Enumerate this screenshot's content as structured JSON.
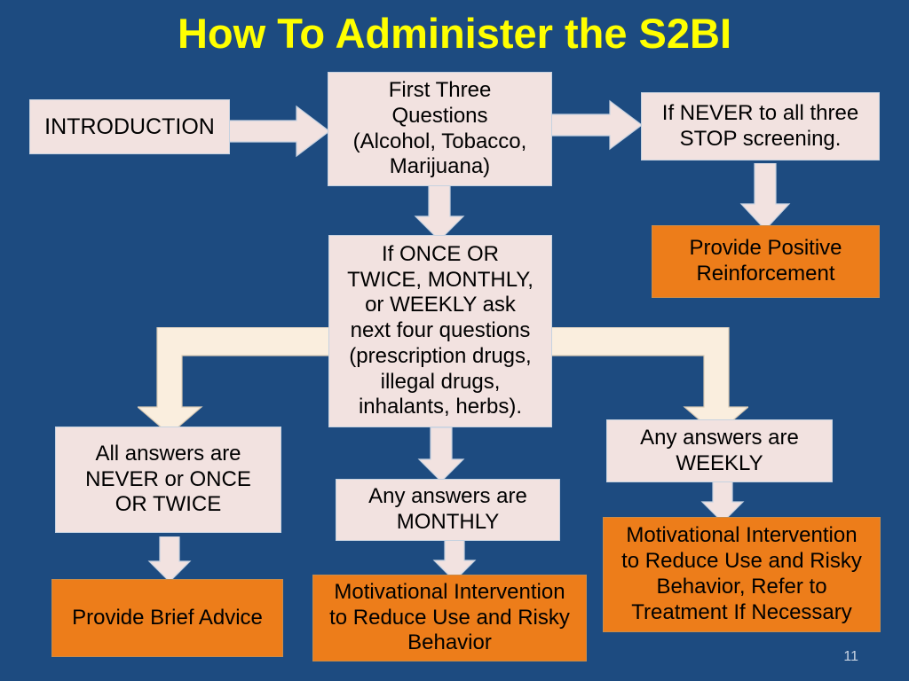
{
  "slide": {
    "title": "How To Administer the S2BI",
    "page_number": "11",
    "background_color": "#1d4b80",
    "title_color": "#ffff00"
  },
  "palette": {
    "box_pink": "#f2e2e0",
    "box_orange": "#ed7d1a",
    "arrow_pink": "#f2e2e0",
    "arrow_cream": "#faeede",
    "text": "#000000"
  },
  "chart_data": {
    "type": "diagram",
    "title": "How To Administer the S2BI",
    "nodes": [
      {
        "id": "introduction",
        "label": "INTRODUCTION",
        "style": "pink"
      },
      {
        "id": "first-three-questions",
        "label": "First Three Questions (Alcohol, Tobacco, Marijuana)",
        "style": "pink"
      },
      {
        "id": "never-all-three",
        "label": "If NEVER to all three STOP screening.",
        "style": "pink"
      },
      {
        "id": "positive-reinforcement",
        "label": "Provide Positive Reinforcement",
        "style": "orange"
      },
      {
        "id": "next-four-questions",
        "label": "If ONCE OR TWICE, MONTHLY, or WEEKLY ask next four questions (prescription drugs, illegal drugs, inhalants, herbs).",
        "style": "pink"
      },
      {
        "id": "all-never-or-once-twice",
        "label": "All answers are NEVER or ONCE OR TWICE",
        "style": "pink"
      },
      {
        "id": "brief-advice",
        "label": "Provide Brief Advice",
        "style": "orange"
      },
      {
        "id": "any-monthly",
        "label": "Any answers are MONTHLY",
        "style": "pink"
      },
      {
        "id": "mi-reduce-use",
        "label": "Motivational Intervention to Reduce Use and Risky Behavior",
        "style": "orange"
      },
      {
        "id": "any-weekly",
        "label": "Any answers are WEEKLY",
        "style": "pink"
      },
      {
        "id": "mi-refer-treatment",
        "label": "Motivational Intervention to Reduce Use and Risky Behavior, Refer to Treatment If Necessary",
        "style": "orange"
      }
    ],
    "edges": [
      {
        "from": "introduction",
        "to": "first-three-questions",
        "direction": "right"
      },
      {
        "from": "first-three-questions",
        "to": "never-all-three",
        "direction": "right"
      },
      {
        "from": "never-all-three",
        "to": "positive-reinforcement",
        "direction": "down"
      },
      {
        "from": "first-three-questions",
        "to": "next-four-questions",
        "direction": "down"
      },
      {
        "from": "next-four-questions",
        "to": "all-never-or-once-twice",
        "direction": "elbow-left"
      },
      {
        "from": "next-four-questions",
        "to": "any-monthly",
        "direction": "down"
      },
      {
        "from": "next-four-questions",
        "to": "any-weekly",
        "direction": "elbow-right"
      },
      {
        "from": "all-never-or-once-twice",
        "to": "brief-advice",
        "direction": "down"
      },
      {
        "from": "any-monthly",
        "to": "mi-reduce-use",
        "direction": "down"
      },
      {
        "from": "any-weekly",
        "to": "mi-refer-treatment",
        "direction": "down"
      }
    ]
  },
  "nodes": {
    "introduction": {
      "line1": "INTRODUCTION"
    },
    "first_three_questions": {
      "line1": "First Three",
      "line2": "Questions",
      "line3": "(Alcohol, Tobacco,",
      "line4": "Marijuana)"
    },
    "never_all_three": {
      "line1": "If NEVER to all three",
      "line2": "STOP screening."
    },
    "positive_reinforcement": {
      "line1": "Provide Positive",
      "line2": "Reinforcement"
    },
    "next_four_questions": {
      "line1": "If ONCE OR",
      "line2": "TWICE, MONTHLY,",
      "line3": "or WEEKLY ask",
      "line4": "next four questions",
      "line5": "(prescription drugs,",
      "line6": "illegal drugs,",
      "line7": "inhalants, herbs)."
    },
    "all_never_or_once_twice": {
      "line1": "All answers are",
      "line2": "NEVER or ONCE",
      "line3": "OR TWICE"
    },
    "brief_advice": {
      "line1": "Provide Brief Advice"
    },
    "any_monthly": {
      "line1": "Any answers are",
      "line2": "MONTHLY"
    },
    "mi_reduce_use": {
      "line1": "Motivational Intervention",
      "line2": "to Reduce Use and Risky",
      "line3": "Behavior"
    },
    "any_weekly": {
      "line1": "Any answers are",
      "line2": "WEEKLY"
    },
    "mi_refer_treatment": {
      "line1": "Motivational Intervention",
      "line2": "to Reduce Use and Risky",
      "line3": "Behavior, Refer to",
      "line4": "Treatment If Necessary"
    }
  }
}
